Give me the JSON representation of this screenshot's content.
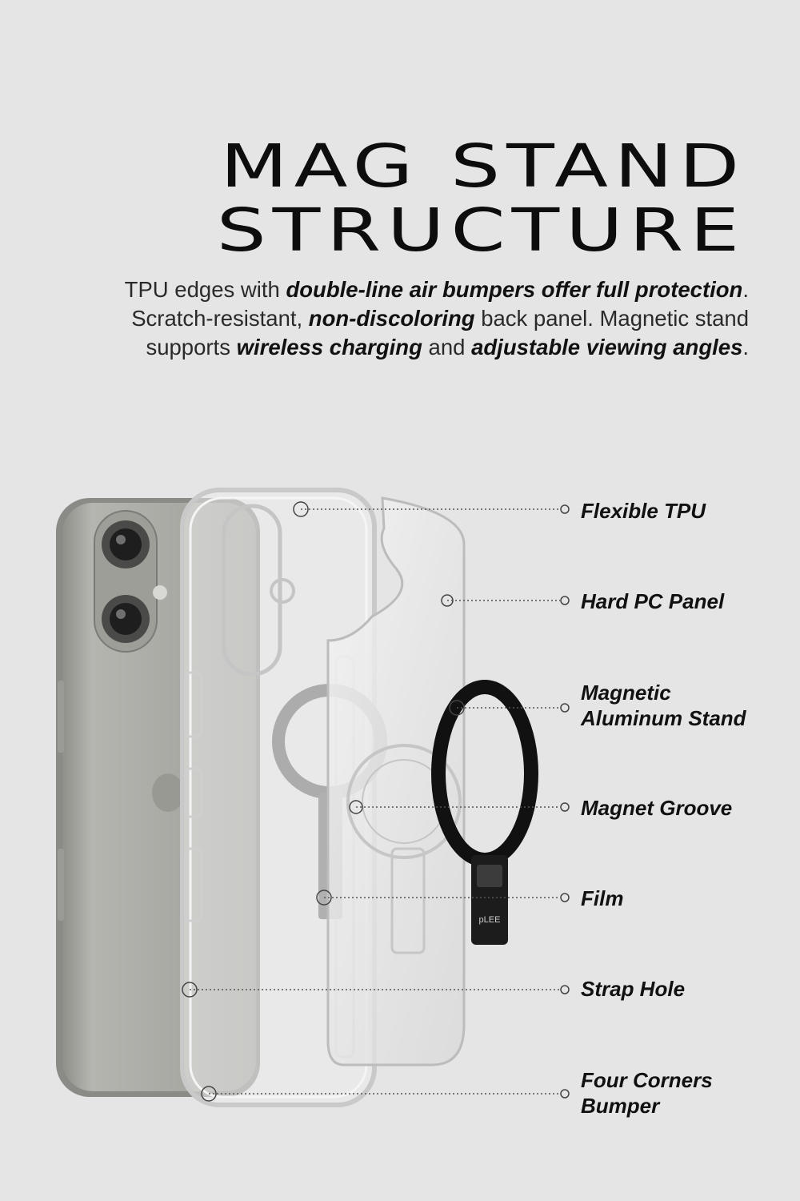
{
  "title": {
    "line1": "MAG STAND",
    "line2": "STRUCTURE"
  },
  "description": {
    "l1_a": "TPU edges with ",
    "l1_b": "double-line air bumpers offer full protection",
    "l1_c": ".",
    "l2_a": "Scratch-resistant, ",
    "l2_b": "non-discoloring",
    "l2_c": " back panel. Magnetic stand",
    "l3_a": "supports ",
    "l3_b": "wireless charging",
    "l3_c": " and ",
    "l3_d": "adjustable viewing angles",
    "l3_e": "."
  },
  "labels": {
    "flexible_tpu": "Flexible TPU",
    "hard_pc_panel": "Hard PC Panel",
    "magnetic_stand_1": "Magnetic",
    "magnetic_stand_2": "Aluminum Stand",
    "magnet_groove": "Magnet Groove",
    "film": "Film",
    "strap_hole": "Strap Hole",
    "four_corners_1": "Four Corners",
    "four_corners_2": "Bumper"
  },
  "stand_logo": "pLEE",
  "colors": {
    "background": "#e5e5e5",
    "text": "#111111",
    "phone": "#a9a9a4",
    "stand": "#111111",
    "leader": "#555555"
  }
}
